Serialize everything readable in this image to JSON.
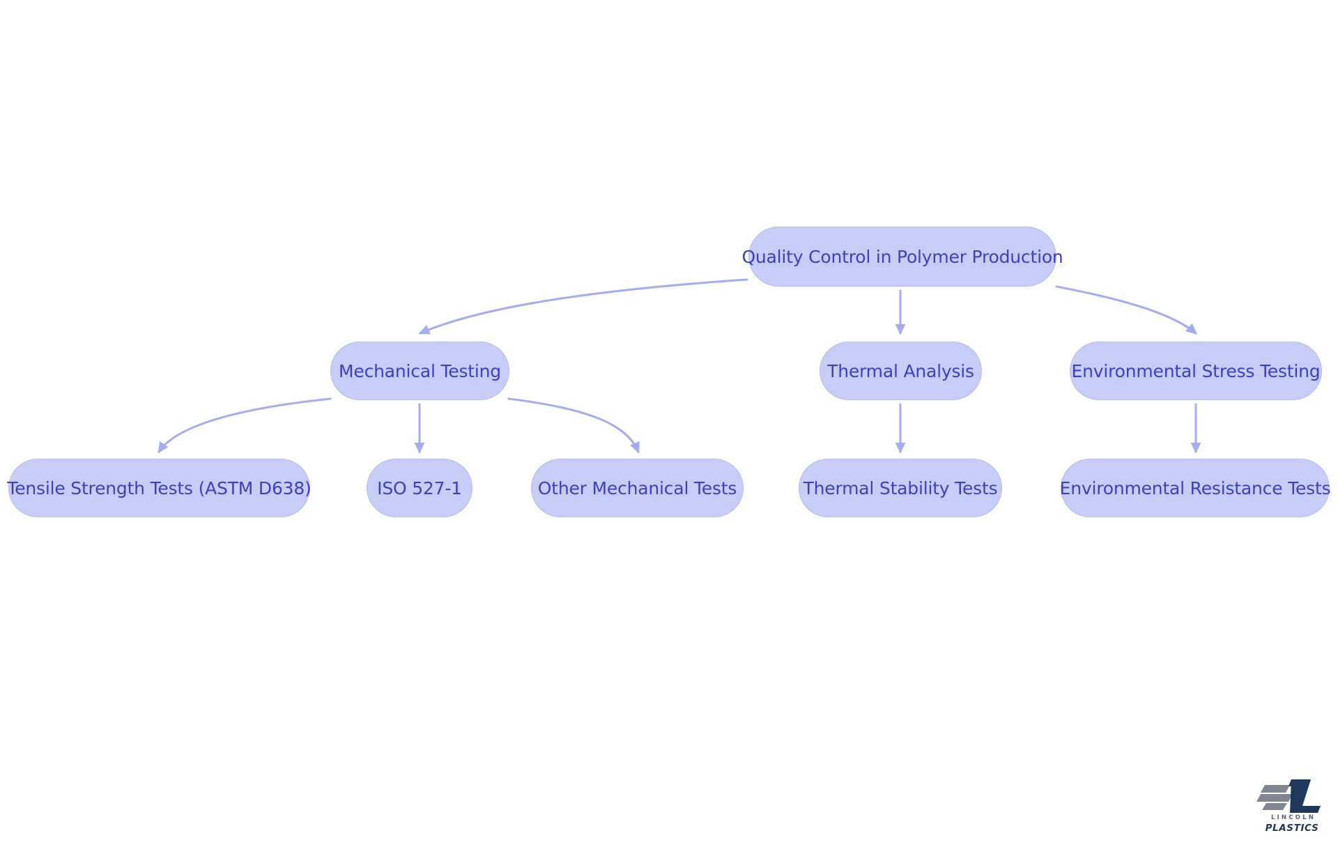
{
  "diagram": {
    "title": "Quality Control in Polymer Production",
    "type": "flowchart",
    "background_color": "#ffffff",
    "node_fill_color": "#c8cdf7",
    "node_border_color": "#b4bbf3",
    "node_text_color": "#3b3fc4",
    "edge_color": "#a5adf0",
    "nodes": [
      {
        "id": "root",
        "label": "Quality Control in Polymer Production",
        "level": 0
      },
      {
        "id": "mech",
        "label": "Mechanical Testing",
        "level": 1
      },
      {
        "id": "thermal",
        "label": "Thermal Analysis",
        "level": 1
      },
      {
        "id": "envstress",
        "label": "Environmental Stress Testing",
        "level": 1
      },
      {
        "id": "tensile",
        "label": "Tensile Strength Tests (ASTM D638)",
        "level": 2
      },
      {
        "id": "iso",
        "label": "ISO 527-1",
        "level": 2
      },
      {
        "id": "othermech",
        "label": "Other Mechanical Tests",
        "level": 2
      },
      {
        "id": "thermstab",
        "label": "Thermal Stability Tests",
        "level": 2
      },
      {
        "id": "envresist",
        "label": "Environmental Resistance Tests",
        "level": 2
      }
    ],
    "edges": [
      {
        "from": "root",
        "to": "mech"
      },
      {
        "from": "root",
        "to": "thermal"
      },
      {
        "from": "root",
        "to": "envstress"
      },
      {
        "from": "mech",
        "to": "tensile"
      },
      {
        "from": "mech",
        "to": "iso"
      },
      {
        "from": "mech",
        "to": "othermech"
      },
      {
        "from": "thermal",
        "to": "thermstab"
      },
      {
        "from": "envstress",
        "to": "envresist"
      }
    ]
  },
  "logo": {
    "name": "lincoln-plastics-logo",
    "line1": "LINCOLN",
    "line2": "PLASTICS",
    "mark_color": "#20385c",
    "bar_color": "#808692"
  }
}
